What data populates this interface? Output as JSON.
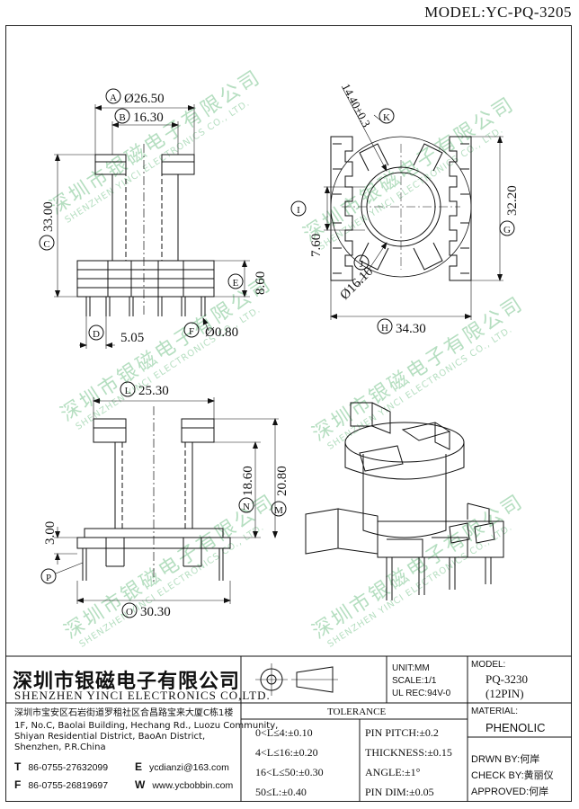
{
  "model_label": "MODEL:YC-PQ-3205",
  "watermark": {
    "cn": "深圳市银磁电子有限公司",
    "en": "SHENZHEN YINCI ELECTRONICS CO., LTD."
  },
  "views": {
    "top_left": {
      "a": "A",
      "a_val": "Ø26.50",
      "b": "B",
      "b_val": "16.30",
      "c": "C",
      "c_val": "33.00",
      "d": "D",
      "d_val": "5.05",
      "e": "E",
      "e_val": "8.60",
      "f": "F",
      "f_val": "Ø0.80"
    },
    "top_right": {
      "k": "K",
      "k_val": "14.40±0.3",
      "i": "I",
      "i_val": "7.60",
      "j": "J",
      "j_val": "Ø16.10",
      "g": "G",
      "g_val": "32.20",
      "h": "H",
      "h_val": "34.30"
    },
    "bottom_left": {
      "l": "L",
      "l_val": "25.30",
      "n": "N",
      "n_val": "18.60",
      "m": "M",
      "m_val": "20.80",
      "p_val": "3.00",
      "p": "P",
      "o": "O",
      "o_val": "30.30"
    }
  },
  "title_block": {
    "company_cn": "深圳市银磁电子有限公司",
    "company_en": "SHENZHEN YINCI ELECTRONICS CO,LTD.",
    "address_cn": "深圳市宝安区石岩街道罗租社区合昌路宝来大厦C栋1楼",
    "address_en1": "1F, No.C, Baolai Building, Hechang Rd., Luozu Community,",
    "address_en2": "Shiyan Residential District, BaoAn District,",
    "address_en3": "Shenzhen, P.R.China",
    "tel_letter": "T",
    "tel": "86-0755-27632099",
    "fax_letter": "F",
    "fax": "86-0755-26819697",
    "email_letter": "E",
    "email": "ycdianzi@163.com",
    "web_letter": "W",
    "web": "www.ycbobbin.com",
    "unit": "UNIT:MM",
    "scale": "SCALE:1/1",
    "ul": "UL REC:94V-0",
    "model_hdr": "MODEL:",
    "model_val": "PQ-3230",
    "pins": "(12PIN)",
    "tolerance_hdr": "TOLERANCE",
    "tol1": "0<L≤4:±0.10",
    "tol2": "4<L≤16:±0.20",
    "tol3": "16<L≤50:±0.30",
    "tol4": "50≤L:±0.40",
    "tol5": "PIN PITCH:±0.2",
    "tol6": "THICKNESS:±0.15",
    "tol7": "ANGLE:±1°",
    "tol8": "PIN DIM:±0.05",
    "material_hdr": "MATERIAL:",
    "material": "PHENOLIC",
    "drawn": "DRWN BY:何岸",
    "check": "CHECK BY:黄丽仪",
    "approved": "APPROVED:何岸"
  }
}
